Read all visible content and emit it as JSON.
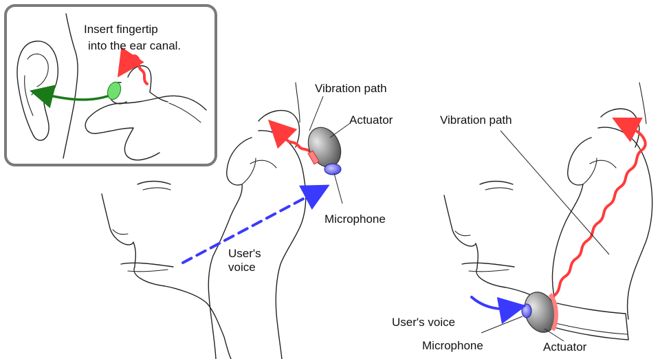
{
  "inset": {
    "caption_line1": "Insert fingertip",
    "caption_line2": "into the ear canal."
  },
  "left_figure": {
    "vibration_path": "Vibration path",
    "actuator": "Actuator",
    "microphone": "Microphone",
    "users_voice_line1": "User's",
    "users_voice_line2": "voice"
  },
  "right_figure": {
    "vibration_path": "Vibration path",
    "users_voice": "User's voice",
    "microphone": "Microphone",
    "actuator": "Actuator"
  },
  "colors": {
    "vibration": "#ff3b3b",
    "voice": "#3a3aff",
    "insert_arrow": "#1a7a1a",
    "fingertip": "#6fe06f",
    "actuator_gray": "#8a8a8a",
    "inset_border": "#7a7a7a"
  }
}
